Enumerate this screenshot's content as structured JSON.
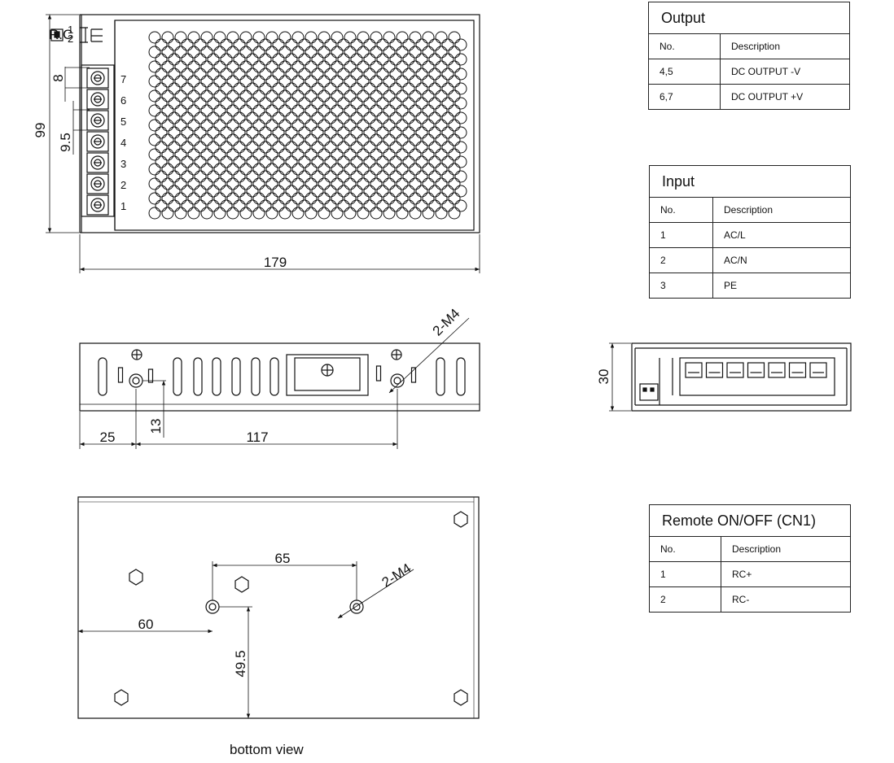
{
  "tables": {
    "output": {
      "title": "Output",
      "headers": [
        "No.",
        "Description"
      ],
      "rows": [
        [
          "4,5",
          "DC OUTPUT -V"
        ],
        [
          "6,7",
          "DC OUTPUT +V"
        ]
      ]
    },
    "input": {
      "title": "Input",
      "headers": [
        "No.",
        "Description"
      ],
      "rows": [
        [
          "1",
          "AC/L"
        ],
        [
          "2",
          "AC/N"
        ],
        [
          "3",
          "PE"
        ]
      ]
    },
    "remote": {
      "title": "Remote ON/OFF (CN1)",
      "headers": [
        "No.",
        "Description"
      ],
      "rows": [
        [
          "1",
          "RC+"
        ],
        [
          "2",
          "RC-"
        ]
      ]
    }
  },
  "top_view": {
    "rc_label": "R.C",
    "cn1_pins": [
      "1",
      "2"
    ],
    "terminal_numbers": [
      "7",
      "6",
      "5",
      "4",
      "3",
      "2",
      "1"
    ],
    "dim_height": "99",
    "dim_width": "179",
    "dim_pitch_8": "8",
    "dim_pitch_9_5": "9.5"
  },
  "side_view": {
    "dim_left": "25",
    "dim_span": "117",
    "dim_hole_height": "13",
    "screw_label": "2-M4"
  },
  "end_view": {
    "dim_height": "30"
  },
  "bottom_view": {
    "dim_hole_spacing": "65",
    "dim_left": "60",
    "dim_vertical": "49.5",
    "screw_label": "2-M4",
    "caption": "bottom view"
  }
}
